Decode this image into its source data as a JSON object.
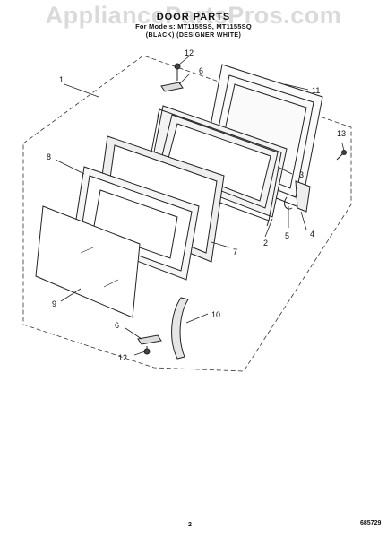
{
  "header": {
    "title": "DOOR PARTS",
    "models": "For Models: MT1155SS, MT1155SQ",
    "colors": "(BLACK)    (DESIGNER WHITE)"
  },
  "watermark": "AppliancePartsPros.com",
  "footer": {
    "page_number": "2",
    "reference_number": "685729"
  },
  "callouts": {
    "door_assembly": "1",
    "door_frame": "2",
    "inner_frame": "3",
    "latch": "4",
    "latch_spring": "5",
    "hinge_top": "6",
    "hinge_bottom": "6",
    "choke_cover": "7",
    "door_panel": "8",
    "glass": "9",
    "handle": "10",
    "choke_seal": "11",
    "screw_top": "12",
    "screw_bottom": "12",
    "screw_side": "13"
  }
}
